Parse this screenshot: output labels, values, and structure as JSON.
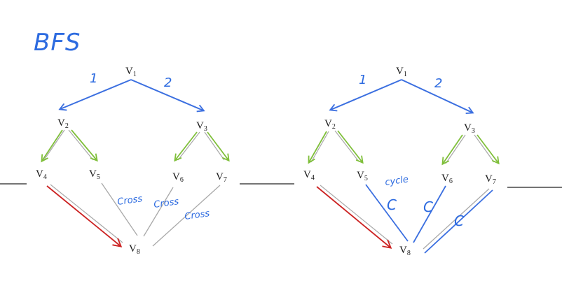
{
  "title": "BFS",
  "colors": {
    "tree_edge": "#3b6fe0",
    "child_edge": "#7fbf3a",
    "back_edge": "#cc2222",
    "gray_edge": "#a9a9a9",
    "annotation": "#2d6be0",
    "divider": "#222222"
  },
  "left_graph": {
    "nodes": [
      {
        "id": "v1",
        "letter": "V",
        "sub": "1"
      },
      {
        "id": "v2",
        "letter": "V",
        "sub": "2"
      },
      {
        "id": "v3",
        "letter": "V",
        "sub": "3"
      },
      {
        "id": "v4",
        "letter": "V",
        "sub": "4"
      },
      {
        "id": "v5",
        "letter": "V",
        "sub": "5"
      },
      {
        "id": "v6",
        "letter": "V",
        "sub": "6"
      },
      {
        "id": "v7",
        "letter": "V",
        "sub": "7"
      },
      {
        "id": "v8",
        "letter": "V",
        "sub": "8"
      }
    ],
    "edge_order_labels": [
      "1",
      "2"
    ],
    "annotations": [
      "Cross",
      "Cross",
      "Cross"
    ]
  },
  "right_graph": {
    "nodes": [
      {
        "id": "v1",
        "letter": "V",
        "sub": "1"
      },
      {
        "id": "v2",
        "letter": "V",
        "sub": "2"
      },
      {
        "id": "v3",
        "letter": "V",
        "sub": "3"
      },
      {
        "id": "v4",
        "letter": "V",
        "sub": "4"
      },
      {
        "id": "v5",
        "letter": "V",
        "sub": "5"
      },
      {
        "id": "v6",
        "letter": "V",
        "sub": "6"
      },
      {
        "id": "v7",
        "letter": "V",
        "sub": "7"
      },
      {
        "id": "v8",
        "letter": "V",
        "sub": "8"
      }
    ],
    "edge_order_labels": [
      "1",
      "2"
    ],
    "annotations": [
      "cycle",
      "C",
      "C",
      "C"
    ]
  }
}
